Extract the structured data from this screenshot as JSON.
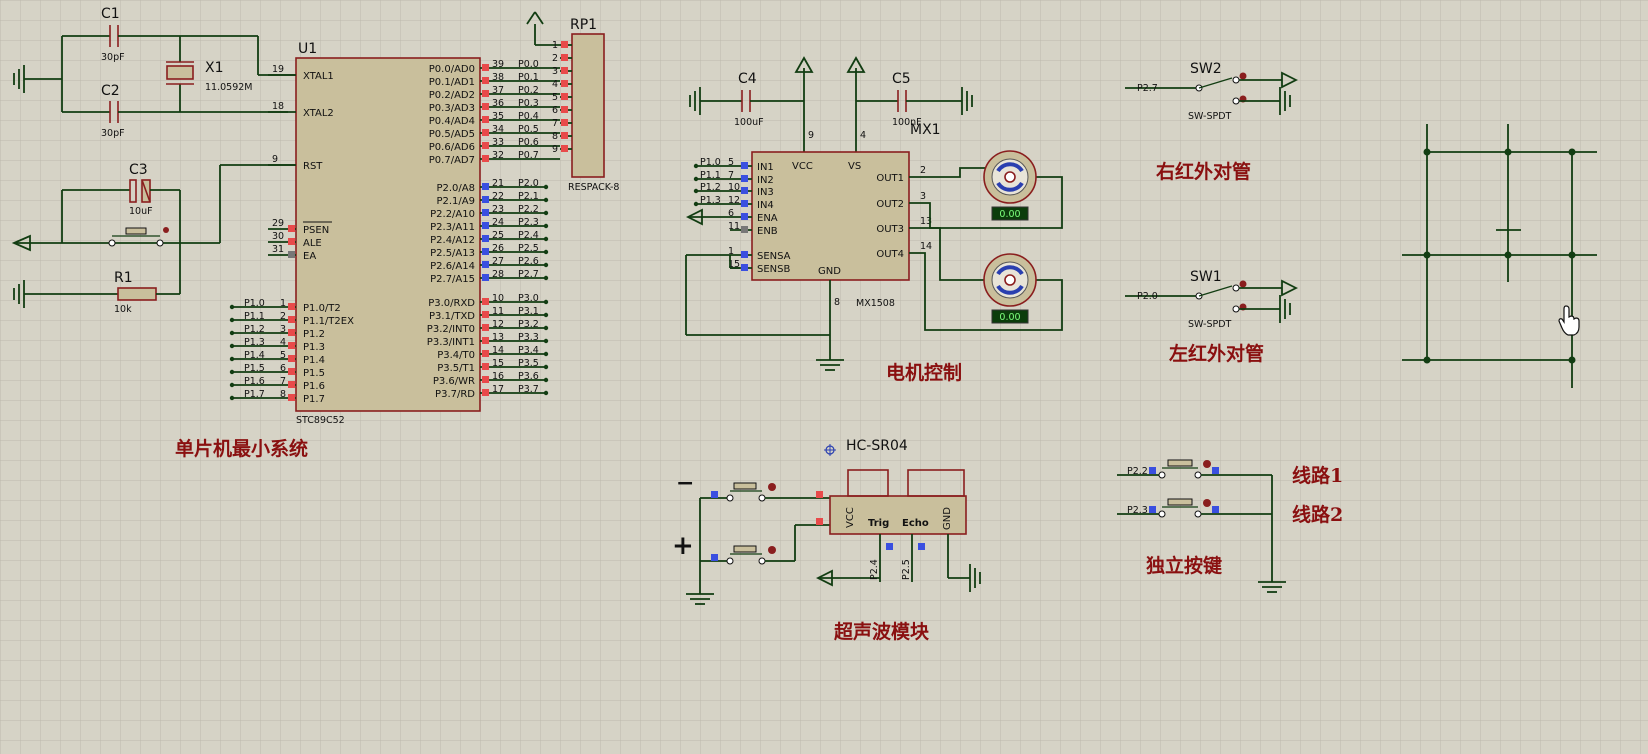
{
  "labels": {
    "mcu_block": "单片机最小系统",
    "motor_block": "电机控制",
    "right_ir": "右红外对管",
    "left_ir": "左红外对管",
    "ultrasonic_block": "超声波模块",
    "line1": "线路1",
    "line2": "线路2",
    "keys_block": "独立按键"
  },
  "components": {
    "c1": {
      "ref": "C1",
      "value": "30pF"
    },
    "c2": {
      "ref": "C2",
      "value": "30pF"
    },
    "x1": {
      "ref": "X1",
      "value": "11.0592M"
    },
    "c3": {
      "ref": "C3",
      "value": "10uF"
    },
    "r1": {
      "ref": "R1",
      "value": "10k"
    },
    "u1": {
      "ref": "U1",
      "part": "STC89C52"
    },
    "rp1": {
      "ref": "RP1",
      "part": "RESPACK-8"
    },
    "c4": {
      "ref": "C4",
      "value": "100uF"
    },
    "c5": {
      "ref": "C5",
      "value": "100nF"
    },
    "mx1": {
      "ref": "MX1",
      "part": "MX1508"
    },
    "sw1": {
      "ref": "SW1",
      "part": "SW-SPDT"
    },
    "sw2": {
      "ref": "SW2",
      "part": "SW-SPDT"
    },
    "hcsr04": {
      "ref": "HC-SR04"
    }
  },
  "mcu_left": [
    {
      "name": "XTAL1",
      "num": "19"
    },
    {
      "name": "XTAL2",
      "num": "18"
    },
    {
      "name": "RST",
      "num": "9"
    },
    {
      "name": "PSEN",
      "num": "29"
    },
    {
      "name": "ALE",
      "num": "30"
    },
    {
      "name": "EA",
      "num": "31"
    }
  ],
  "mcu_p1": [
    {
      "name": "P1.0/T2",
      "num": "1",
      "net": "P1.0"
    },
    {
      "name": "P1.1/T2EX",
      "num": "2",
      "net": "P1.1"
    },
    {
      "name": "P1.2",
      "num": "3",
      "net": "P1.2"
    },
    {
      "name": "P1.3",
      "num": "4",
      "net": "P1.3"
    },
    {
      "name": "P1.4",
      "num": "5",
      "net": "P1.4"
    },
    {
      "name": "P1.5",
      "num": "6",
      "net": "P1.5"
    },
    {
      "name": "P1.6",
      "num": "7",
      "net": "P1.6"
    },
    {
      "name": "P1.7",
      "num": "8",
      "net": "P1.7"
    }
  ],
  "mcu_p0": [
    {
      "name": "P0.0/AD0",
      "num": "39",
      "net": "P0.0"
    },
    {
      "name": "P0.1/AD1",
      "num": "38",
      "net": "P0.1"
    },
    {
      "name": "P0.2/AD2",
      "num": "37",
      "net": "P0.2"
    },
    {
      "name": "P0.3/AD3",
      "num": "36",
      "net": "P0.3"
    },
    {
      "name": "P0.4/AD4",
      "num": "35",
      "net": "P0.4"
    },
    {
      "name": "P0.5/AD5",
      "num": "34",
      "net": "P0.5"
    },
    {
      "name": "P0.6/AD6",
      "num": "33",
      "net": "P0.6"
    },
    {
      "name": "P0.7/AD7",
      "num": "32",
      "net": "P0.7"
    }
  ],
  "mcu_p2": [
    {
      "name": "P2.0/A8",
      "num": "21",
      "net": "P2.0"
    },
    {
      "name": "P2.1/A9",
      "num": "22",
      "net": "P2.1"
    },
    {
      "name": "P2.2/A10",
      "num": "23",
      "net": "P2.2"
    },
    {
      "name": "P2.3/A11",
      "num": "24",
      "net": "P2.3"
    },
    {
      "name": "P2.4/A12",
      "num": "25",
      "net": "P2.4"
    },
    {
      "name": "P2.5/A13",
      "num": "26",
      "net": "P2.5"
    },
    {
      "name": "P2.6/A14",
      "num": "27",
      "net": "P2.6"
    },
    {
      "name": "P2.7/A15",
      "num": "28",
      "net": "P2.7"
    }
  ],
  "mcu_p3": [
    {
      "name": "P3.0/RXD",
      "num": "10",
      "net": "P3.0"
    },
    {
      "name": "P3.1/TXD",
      "num": "11",
      "net": "P3.1"
    },
    {
      "name": "P3.2/INT0",
      "num": "12",
      "net": "P3.2"
    },
    {
      "name": "P3.3/INT1",
      "num": "13",
      "net": "P3.3"
    },
    {
      "name": "P3.4/T0",
      "num": "14",
      "net": "P3.4"
    },
    {
      "name": "P3.5/T1",
      "num": "15",
      "net": "P3.5"
    },
    {
      "name": "P3.6/WR",
      "num": "16",
      "net": "P3.6"
    },
    {
      "name": "P3.7/RD",
      "num": "17",
      "net": "P3.7"
    }
  ],
  "rp1_pins": [
    "1",
    "2",
    "3",
    "4",
    "5",
    "6",
    "7",
    "8",
    "9"
  ],
  "mx1_left": [
    {
      "name": "IN1",
      "num": "5",
      "net": "P1.0"
    },
    {
      "name": "IN2",
      "num": "7",
      "net": "P1.1"
    },
    {
      "name": "IN3",
      "num": "10",
      "net": "P1.2"
    },
    {
      "name": "IN4",
      "num": "12",
      "net": "P1.3"
    },
    {
      "name": "ENA",
      "num": "6",
      "net": ""
    },
    {
      "name": "ENB",
      "num": "11",
      "net": ""
    },
    {
      "name": "SENSA",
      "num": "1",
      "net": ""
    },
    {
      "name": "SENSB",
      "num": "15",
      "net": ""
    }
  ],
  "mx1_right": [
    {
      "name": "OUT1",
      "num": "2"
    },
    {
      "name": "OUT2",
      "num": "3"
    },
    {
      "name": "OUT3",
      "num": "13"
    },
    {
      "name": "OUT4",
      "num": "14"
    }
  ],
  "mx1_top": [
    {
      "name": "VCC",
      "num": "9"
    },
    {
      "name": "VS",
      "num": "4"
    }
  ],
  "mx1_gnd": {
    "name": "GND",
    "num": "8"
  },
  "motors": [
    {
      "id": "motor-1",
      "display": "0.00"
    },
    {
      "id": "motor-2",
      "display": "0.00"
    }
  ],
  "switch_nets": {
    "sw2": "P2.7",
    "sw1": "P2.0"
  },
  "hcsr04_pins": {
    "vcc": "VCC",
    "trig": "Trig",
    "echo": "Echo",
    "gnd": "GND"
  },
  "hcsr04_nets": {
    "trig": "P2.4",
    "echo": "P2.5"
  },
  "key_nets": {
    "key1": "P2.2",
    "key2": "P2.3"
  },
  "signs": {
    "minus": "−",
    "plus": "+"
  },
  "colors": {
    "background": "#d6d3c6",
    "grid": "#bdbaad",
    "wire": "#123d12",
    "body": "#c9bf9c",
    "outline": "#8a1e1e",
    "label_cn": "#8a1010",
    "pin_red": "#e84a4a",
    "pin_blue": "#3a4fe0"
  }
}
